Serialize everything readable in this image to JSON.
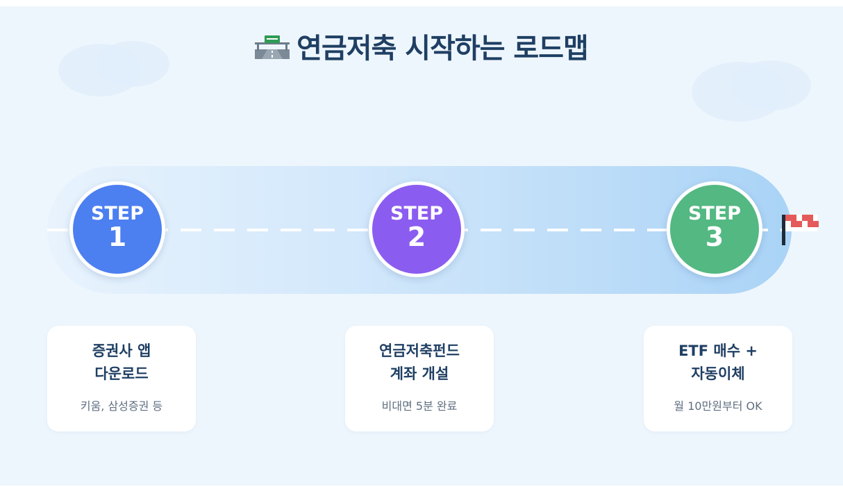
{
  "title": "연금저축 시작하는 로드맵",
  "title_icon": "motorway-icon",
  "colors": {
    "step1": "#4c7ff0",
    "step2": "#8b5cf0",
    "step3": "#53b882",
    "title": "#1f3f63",
    "background": "#eef6fd"
  },
  "steps": [
    {
      "label": "STEP",
      "number": "1",
      "title": "증권사 앱\n다운로드",
      "subtitle": "키움, 삼성증권 등"
    },
    {
      "label": "STEP",
      "number": "2",
      "title": "연금저축펀드\n계좌 개설",
      "subtitle": "비대면 5분 완료"
    },
    {
      "label": "STEP",
      "number": "3",
      "title": "ETF 매수 +\n자동이체",
      "subtitle": "월 10만원부터 OK"
    }
  ],
  "finish_icon": "finish-flag-icon"
}
